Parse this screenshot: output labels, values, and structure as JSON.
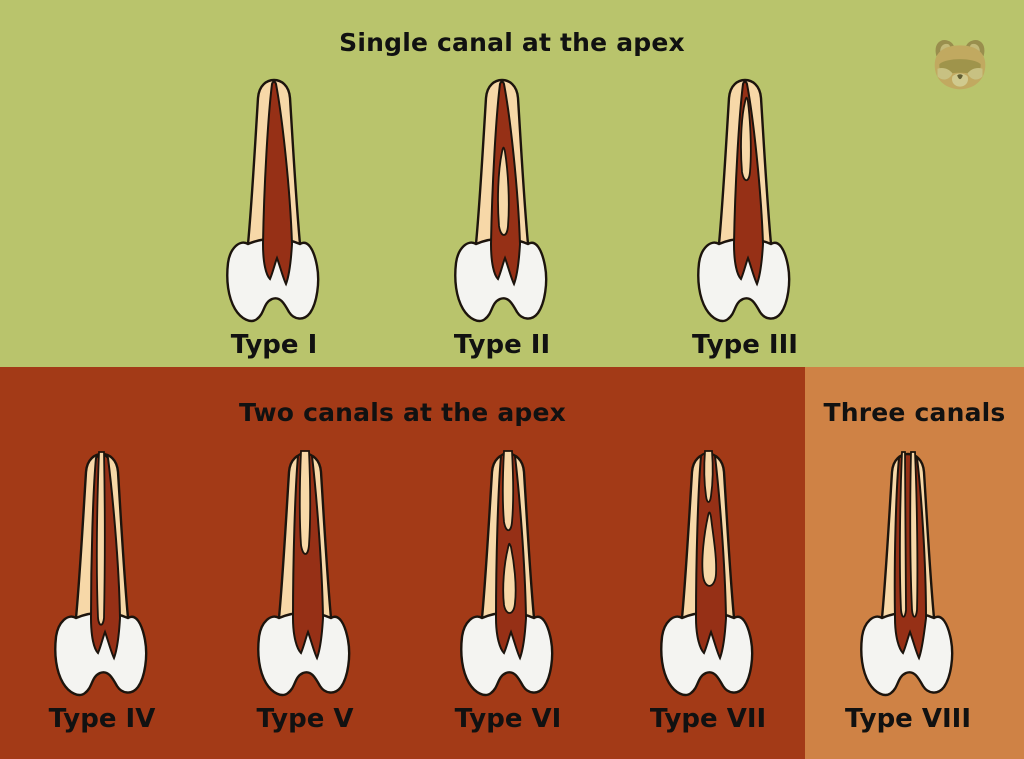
{
  "diagram": {
    "sections": {
      "single": {
        "title": "Single canal at the apex",
        "teeth": [
          {
            "label": "Type I"
          },
          {
            "label": "Type II"
          },
          {
            "label": "Type III"
          }
        ]
      },
      "two": {
        "title": "Two canals at the apex",
        "teeth": [
          {
            "label": "Type IV"
          },
          {
            "label": "Type V"
          },
          {
            "label": "Type VI"
          },
          {
            "label": "Type VII"
          }
        ]
      },
      "three": {
        "title": "Three canals",
        "teeth": [
          {
            "label": "Type VIII"
          }
        ]
      }
    },
    "colors": {
      "single_section_bg": "#b9c46c",
      "two_section_bg": "#a33a17",
      "three_section_bg": "#cf8245",
      "tooth_root": "#f7d8a8",
      "tooth_canal": "#963016",
      "tooth_crown": "#f4f4f1",
      "outline": "#1c140d",
      "text": "#111111"
    },
    "logo": "red-panda-icon"
  }
}
